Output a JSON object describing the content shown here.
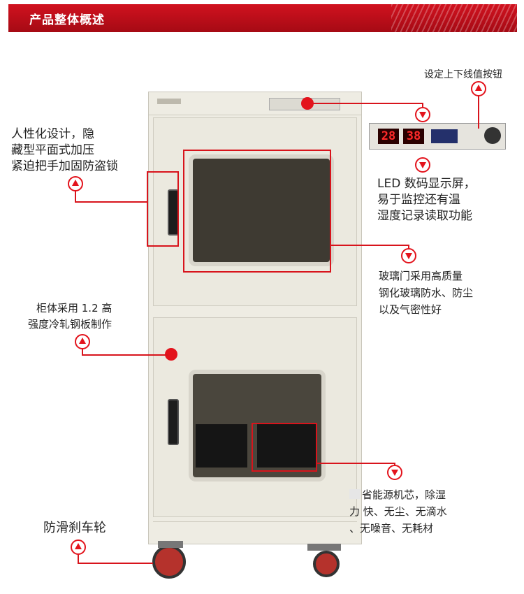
{
  "banner": {
    "title": "产品整体概述"
  },
  "labels": {
    "buttons": "设定上下线值按钮",
    "lock": [
      "人性化设计，隐",
      "藏型平面式加压",
      "紧迫把手加固防盗锁"
    ],
    "led": [
      "LED 数码显示屏，",
      "易于监控还有温",
      "湿度记录读取功能"
    ],
    "glass": [
      "玻璃门采用高质量",
      "钢化玻璃防水、防尘",
      "以及气密性好"
    ],
    "body": [
      "柜体采用 1.2 高",
      "强度冷轧钢板制作"
    ],
    "core": [
      "省能源机芯，除湿",
      "力  快、无尘、无滴水",
      "、无噪音、无耗材"
    ],
    "wheel": "防滑刹车轮"
  },
  "display": {
    "left": "28",
    "right": "38"
  },
  "colors": {
    "accent": "#d8141c",
    "banner": "#c1101b"
  }
}
